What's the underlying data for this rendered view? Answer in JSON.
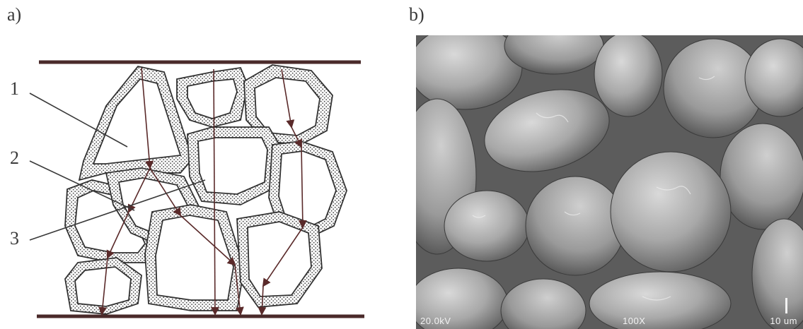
{
  "panel_a": {
    "label": "a)",
    "callouts": [
      "1",
      "2",
      "3"
    ]
  },
  "panel_b": {
    "label": "b)",
    "voltage": "20.0kV",
    "magnification": "100X",
    "scale": "10 um"
  }
}
